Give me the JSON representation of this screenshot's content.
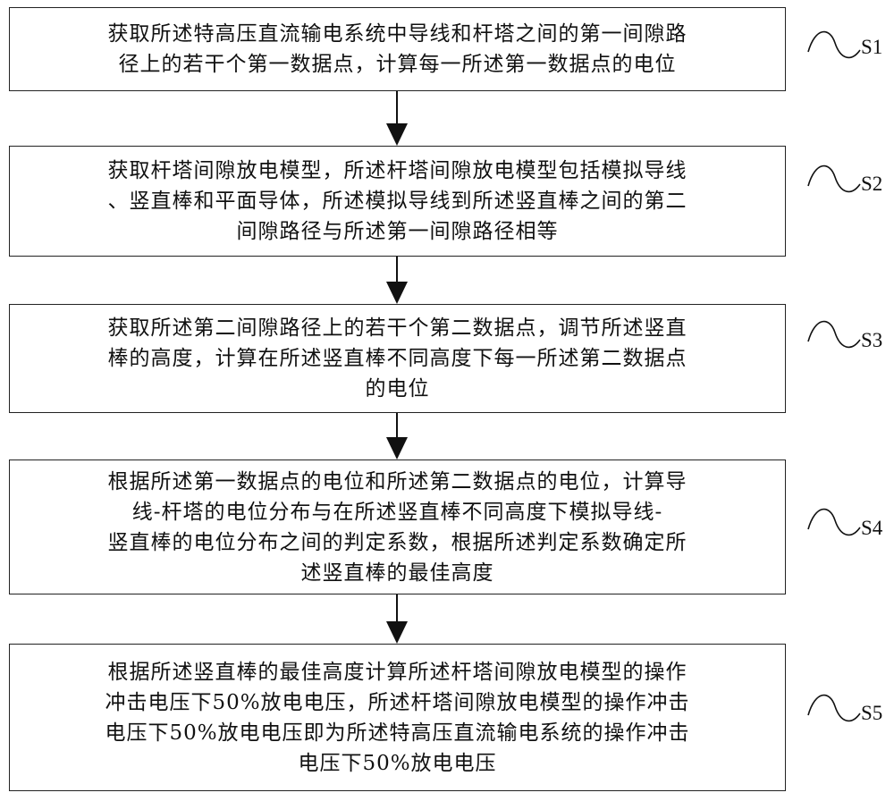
{
  "steps": [
    {
      "label": "S1",
      "text": "获取所述特高压直流输电系统中导线和杆塔之间的第一间隙路\n径上的若干个第一数据点，计算每一所述第一数据点的电位"
    },
    {
      "label": "S2",
      "text": "获取杆塔间隙放电模型，所述杆塔间隙放电模型包括模拟导线\n、竖直棒和平面导体，所述模拟导线到所述竖直棒之间的第二\n间隙路径与所述第一间隙路径相等"
    },
    {
      "label": "S3",
      "text": "获取所述第二间隙路径上的若干个第二数据点，调节所述竖直\n棒的高度，计算在所述竖直棒不同高度下每一所述第二数据点\n的电位"
    },
    {
      "label": "S4",
      "text": "根据所述第一数据点的电位和所述第二数据点的电位，计算导\n线-杆塔的电位分布与在所述竖直棒不同高度下模拟导线-\n竖直棒的电位分布之间的判定系数，根据所述判定系数确定所\n述竖直棒的最佳高度"
    },
    {
      "label": "S5",
      "text": "根据所述竖直棒的最佳高度计算所述杆塔间隙放电模型的操作\n冲击电压下50%放电电压，所述杆塔间隙放电模型的操作冲击\n电压下50%放电电压即为所述特高压直流输电系统的操作冲击\n电压下50%放电电压"
    }
  ]
}
